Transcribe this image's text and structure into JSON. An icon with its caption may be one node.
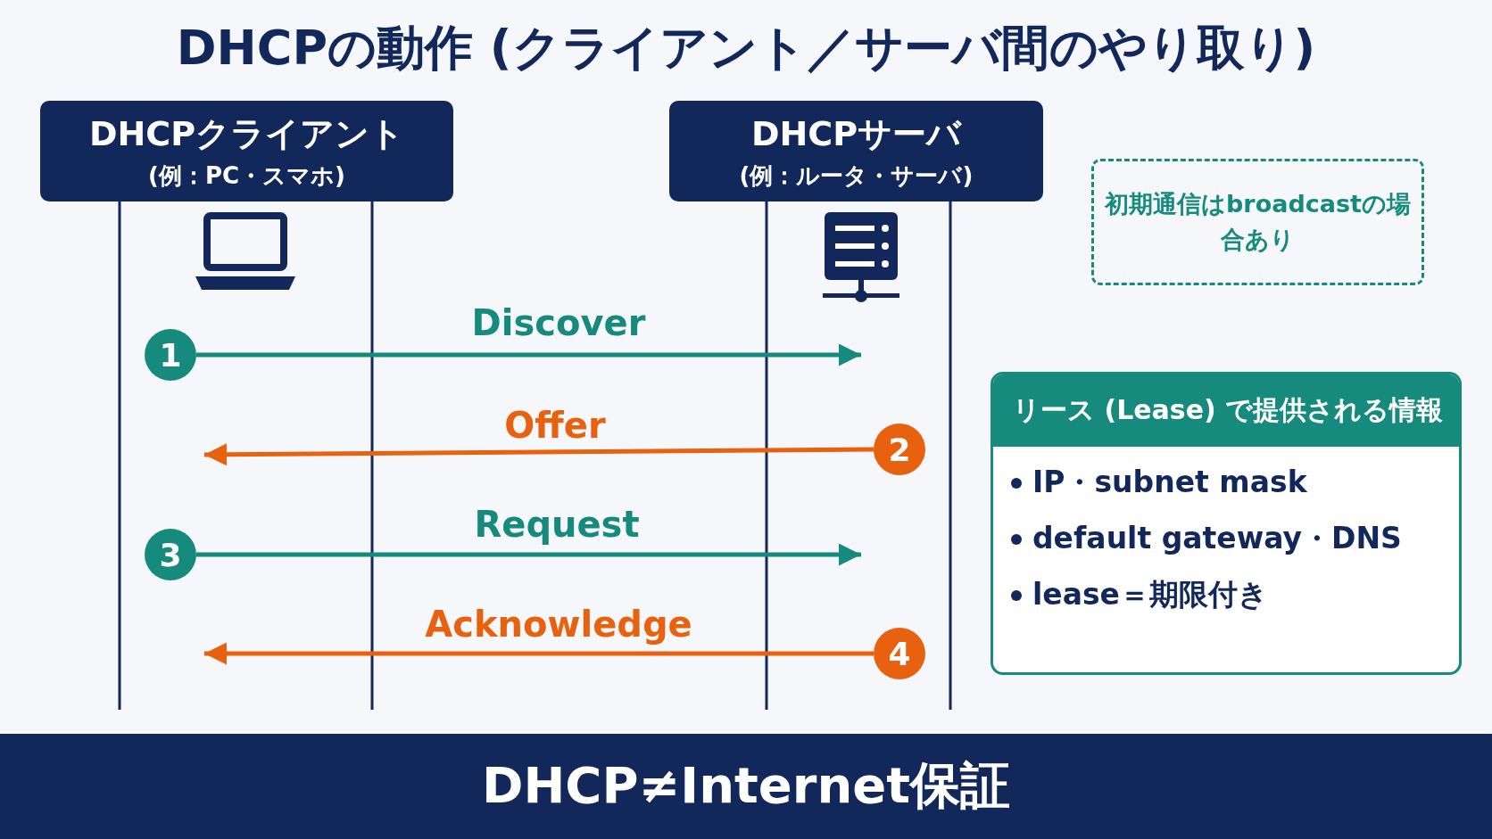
{
  "diagram": {
    "title": "DHCPの動作 (クライアント／サーバ間のやり取り)",
    "nodes": [
      {
        "text": [
          "DHCPクライアント",
          "(例：PC・スマホ)"
        ]
      },
      {
        "text": [
          "DHCPサーバ",
          "(例：ルータ・サーバ)"
        ]
      },
      {
        "text": [
          "1"
        ]
      },
      {
        "text": [
          "2"
        ]
      },
      {
        "text": [
          "3"
        ]
      },
      {
        "text": [
          "4"
        ]
      },
      {
        "text": [
          "初期通信はbroadcastの場合あり"
        ]
      },
      {
        "text": [
          "リース (Lease) で提供される情報",
          "IP・subnet mask",
          "default gateway・DNS",
          "lease＝期限付き"
        ]
      },
      {
        "text": [
          "DHCP≠Internet保証"
        ]
      }
    ],
    "edges": [
      {
        "from": 2,
        "to": null,
        "arrow": "to",
        "label": "Discover",
        "color": "#178a7e"
      },
      {
        "from": 3,
        "to": null,
        "arrow": "to",
        "label": "Offer",
        "color": "#e8610f"
      },
      {
        "from": 4,
        "to": null,
        "arrow": "to",
        "label": "Request",
        "color": "#178a7e"
      },
      {
        "from": 5,
        "to": null,
        "arrow": "to",
        "label": "Acknowledge",
        "color": "#e8610f"
      }
    ]
  }
}
